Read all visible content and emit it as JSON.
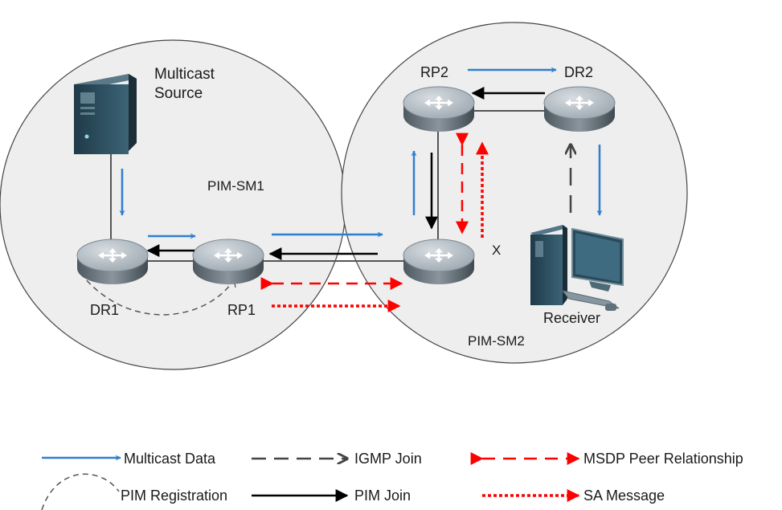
{
  "domains": {
    "left": {
      "label": "PIM-SM1"
    },
    "right": {
      "label": "PIM-SM2"
    }
  },
  "devices": {
    "source": {
      "label_line1": "Multicast",
      "label_line2": "Source"
    },
    "dr1": {
      "label": "DR1"
    },
    "rp1": {
      "label": "RP1"
    },
    "rp2": {
      "label": "RP2"
    },
    "dr2": {
      "label": "DR2"
    },
    "receiver": {
      "label": "Receiver"
    }
  },
  "marker_x": "X",
  "legend": {
    "multicast_data": "Multicast Data",
    "igmp_join": "IGMP Join",
    "msdp_peer": "MSDP Peer Relationship",
    "pim_registration": "PIM Registration",
    "pim_join": "PIM Join",
    "sa_message": "SA Message"
  },
  "colors": {
    "multicast_data": "#2f7fd0",
    "pim_join": "#000000",
    "igmp_join": "#555555",
    "msdp": "#ff0000",
    "router_top": "#aab4bd",
    "domain_fill": "#eeeeee"
  }
}
